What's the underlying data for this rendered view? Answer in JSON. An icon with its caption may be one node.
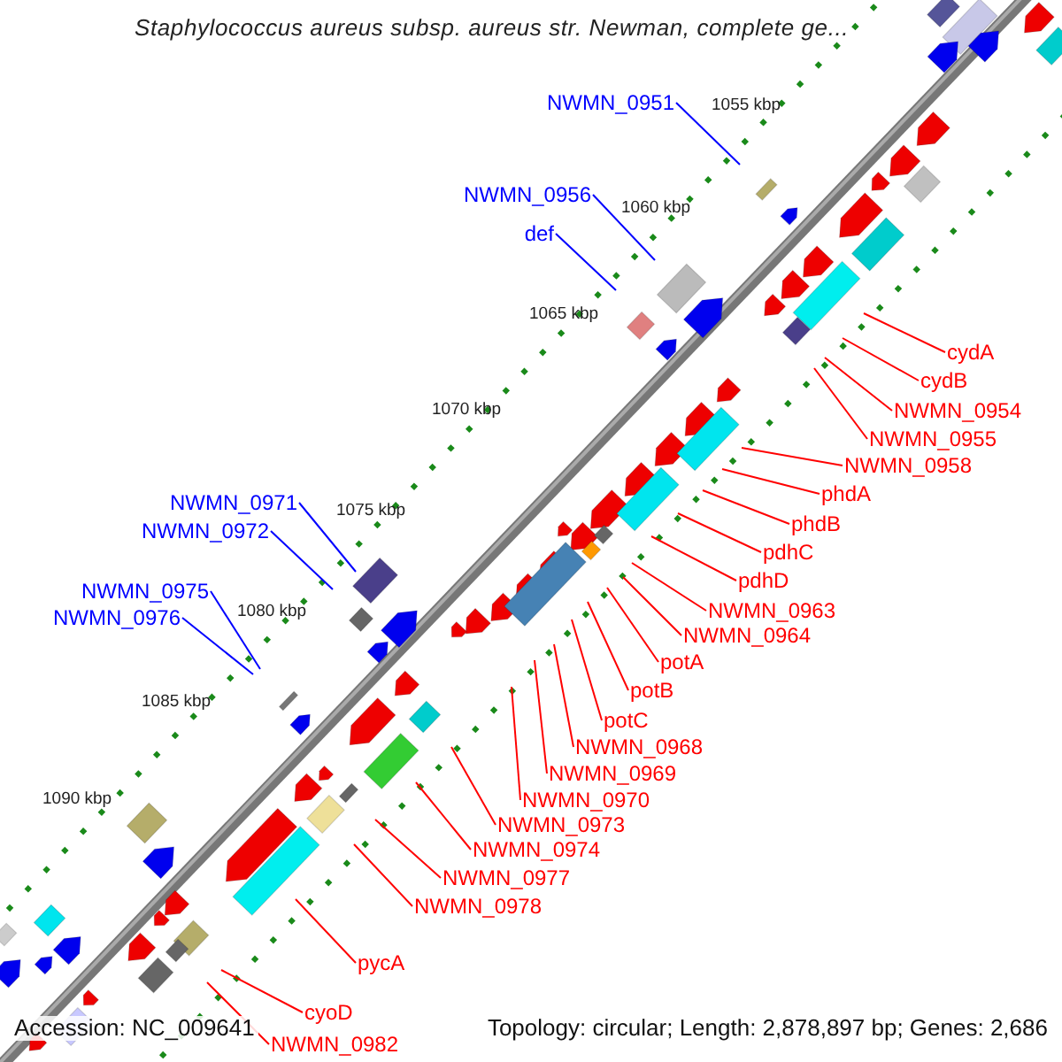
{
  "diagram": {
    "title": "Staphylococcus aureus subsp. aureus str. Newman, complete ge...",
    "nodes": [
      {
        "text": [
          "NWMN_0951"
        ]
      },
      {
        "text": [
          "NWMN_0956"
        ]
      },
      {
        "text": [
          "def"
        ]
      },
      {
        "text": [
          "cydA"
        ]
      },
      {
        "text": [
          "cydB"
        ]
      },
      {
        "text": [
          "NWMN_0954"
        ]
      },
      {
        "text": [
          "NWMN_0955"
        ]
      },
      {
        "text": [
          "NWMN_0958"
        ]
      },
      {
        "text": [
          "phdA"
        ]
      },
      {
        "text": [
          "phdB"
        ]
      },
      {
        "text": [
          "NWMN_0971"
        ]
      },
      {
        "text": [
          "pdhC"
        ]
      },
      {
        "text": [
          "NWMN_0972"
        ]
      },
      {
        "text": [
          "pdhD"
        ]
      },
      {
        "text": [
          "NWMN_0975"
        ]
      },
      {
        "text": [
          "NWMN_0963"
        ]
      },
      {
        "text": [
          "NWMN_0976"
        ]
      },
      {
        "text": [
          "NWMN_0964"
        ]
      },
      {
        "text": [
          "potA"
        ]
      },
      {
        "text": [
          "potB"
        ]
      },
      {
        "text": [
          "potC"
        ]
      },
      {
        "text": [
          "NWMN_0968"
        ]
      },
      {
        "text": [
          "NWMN_0969"
        ]
      },
      {
        "text": [
          "NWMN_0970"
        ]
      },
      {
        "text": [
          "NWMN_0973"
        ]
      },
      {
        "text": [
          "NWMN_0974"
        ]
      },
      {
        "text": [
          "NWMN_0977"
        ]
      },
      {
        "text": [
          "NWMN_0978"
        ]
      },
      {
        "text": [
          "pycA"
        ]
      },
      {
        "text": [
          "cyoD"
        ]
      },
      {
        "text": [
          "NWMN_0982"
        ]
      }
    ],
    "edges": [
      {
        "from": 0,
        "to": null,
        "arrow": "none",
        "color": "#0000ff"
      },
      {
        "from": 1,
        "to": null,
        "arrow": "none",
        "color": "#0000ff"
      },
      {
        "from": 2,
        "to": null,
        "arrow": "none",
        "color": "#0000ff"
      },
      {
        "from": 3,
        "to": null,
        "arrow": "none"
      },
      {
        "from": 4,
        "to": null,
        "arrow": "none"
      },
      {
        "from": 5,
        "to": null,
        "arrow": "none"
      },
      {
        "from": 6,
        "to": null,
        "arrow": "none"
      },
      {
        "from": 7,
        "to": null,
        "arrow": "none"
      },
      {
        "from": 8,
        "to": null,
        "arrow": "none"
      },
      {
        "from": 9,
        "to": null,
        "arrow": "none"
      },
      {
        "from": 10,
        "to": null,
        "arrow": "none",
        "color": "#0000ff"
      },
      {
        "from": 11,
        "to": null,
        "arrow": "none"
      },
      {
        "from": 12,
        "to": null,
        "arrow": "none",
        "color": "#0000ff"
      },
      {
        "from": 13,
        "to": null,
        "arrow": "none"
      },
      {
        "from": 14,
        "to": null,
        "arrow": "none",
        "color": "#0000ff"
      },
      {
        "from": 15,
        "to": null,
        "arrow": "none"
      },
      {
        "from": 16,
        "to": null,
        "arrow": "none",
        "color": "#0000ff"
      },
      {
        "from": 17,
        "to": null,
        "arrow": "none"
      },
      {
        "from": 18,
        "to": null,
        "arrow": "none"
      },
      {
        "from": 19,
        "to": null,
        "arrow": "none"
      },
      {
        "from": 20,
        "to": null,
        "arrow": "none"
      },
      {
        "from": 21,
        "to": null,
        "arrow": "none"
      },
      {
        "from": 22,
        "to": null,
        "arrow": "none"
      },
      {
        "from": 23,
        "to": null,
        "arrow": "none"
      },
      {
        "from": 24,
        "to": null,
        "arrow": "none"
      },
      {
        "from": 25,
        "to": null,
        "arrow": "none"
      },
      {
        "from": 26,
        "to": null,
        "arrow": "none"
      },
      {
        "from": 27,
        "to": null,
        "arrow": "none"
      },
      {
        "from": 28,
        "to": null,
        "arrow": "none"
      },
      {
        "from": 29,
        "to": null,
        "arrow": "none"
      },
      {
        "from": 30,
        "to": null,
        "arrow": "none"
      }
    ],
    "labels": [
      "1055 kbp",
      "1060 kbp",
      "1065 kbp",
      "1070 kbp",
      "1075 kbp",
      "1080 kbp",
      "1085 kbp",
      "1090 kbp",
      "Accession: NC_009641",
      "Topology: circular; Length: 2,878,897 bp; Genes: 2,686"
    ]
  }
}
